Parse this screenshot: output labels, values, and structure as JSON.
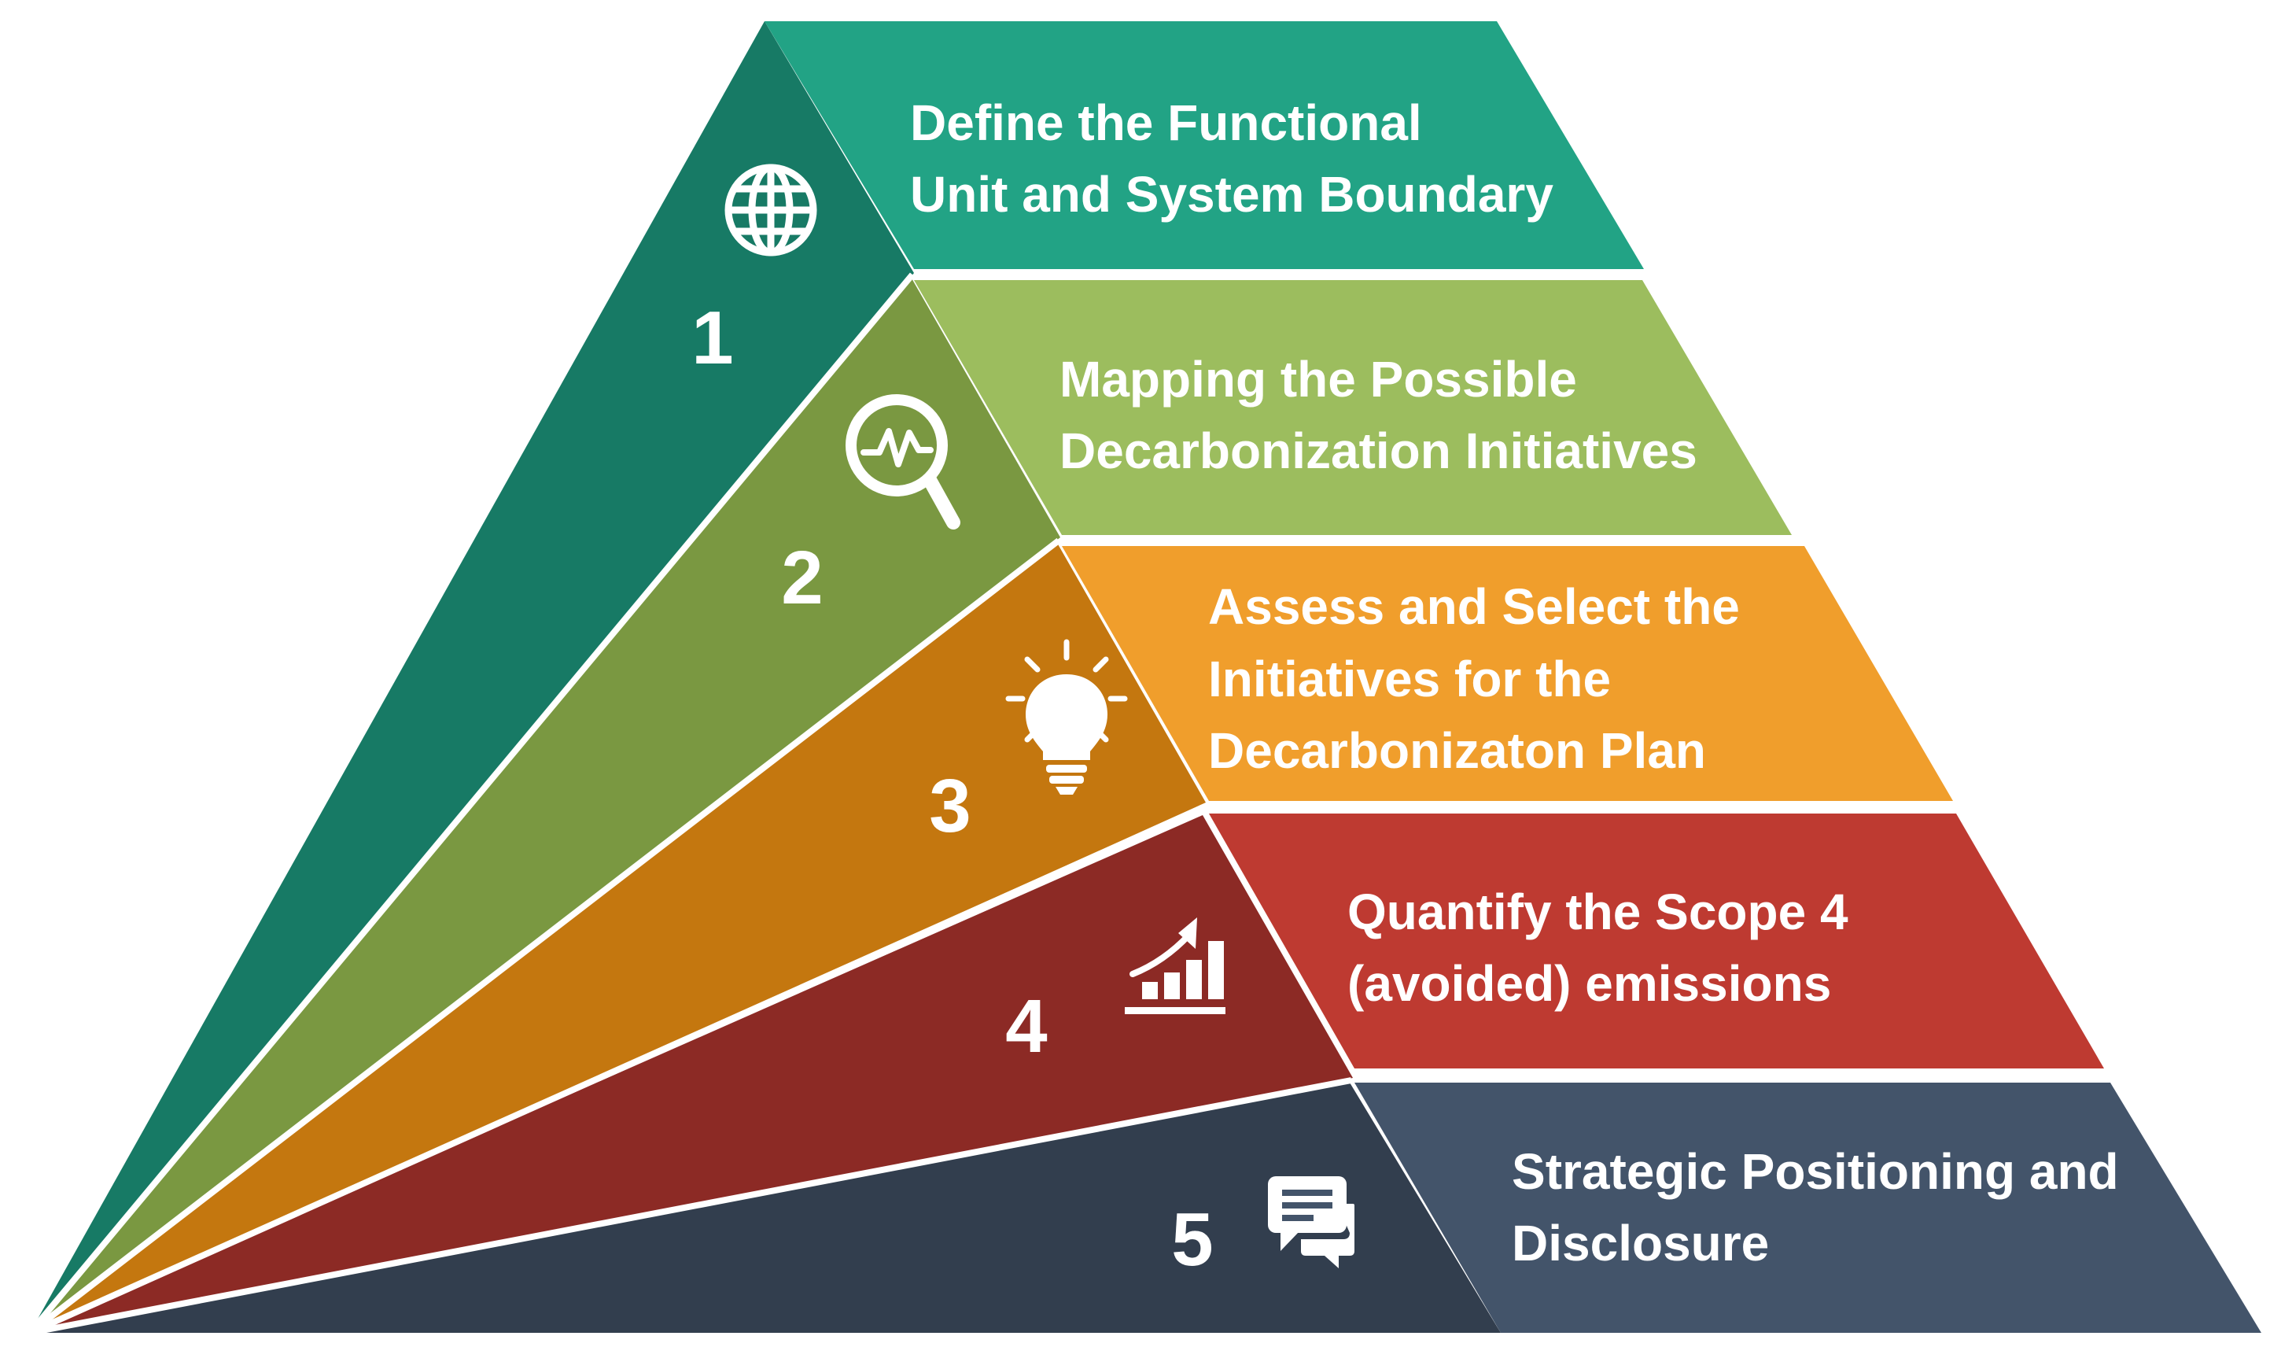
{
  "steps": [
    {
      "number": "1",
      "lines": [
        "Define the Functional",
        "Unit and System Boundary"
      ],
      "icon": "globe-icon",
      "face_color": "#22A385",
      "side_color": "#177A65"
    },
    {
      "number": "2",
      "lines": [
        "Mapping the Possible",
        "Decarbonization Initiatives"
      ],
      "icon": "magnifier-chart-icon",
      "face_color": "#9CBD5E",
      "side_color": "#7A9841"
    },
    {
      "number": "3",
      "lines": [
        "Assess and Select the",
        "Initiatives for the",
        "Decarbonizaton Plan"
      ],
      "icon": "lightbulb-icon",
      "face_color": "#F09E2C",
      "side_color": "#C4770F"
    },
    {
      "number": "4",
      "lines": [
        "Quantify the Scope 4",
        "(avoided) emissions"
      ],
      "icon": "growth-chart-icon",
      "face_color": "#BE3A31",
      "side_color": "#8C2A25"
    },
    {
      "number": "5",
      "lines": [
        "Strategic Positioning and",
        "Disclosure"
      ],
      "icon": "chat-bubbles-icon",
      "face_color": "#43546A",
      "side_color": "#323E4E"
    }
  ]
}
